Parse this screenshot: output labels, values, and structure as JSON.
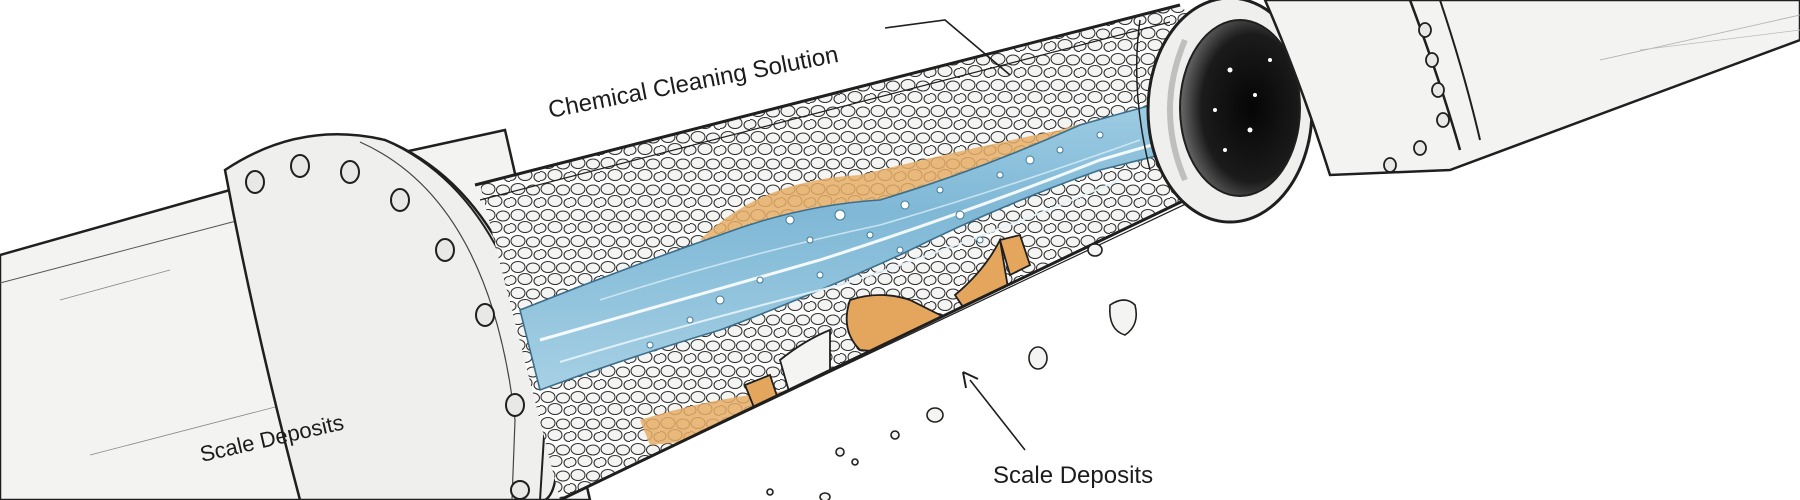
{
  "labels": {
    "solution": "Chemical Cleaning Solution",
    "deposits_main": "Scale Deposits",
    "deposits_pipe": "Scale Deposits"
  },
  "colors": {
    "ink": "#1f1f1f",
    "pipe": "#f2f2f0",
    "water": "#8fc3dc",
    "water_light": "#cfe6f1",
    "scale": "#e3a65c",
    "pebble": "#f7f7f5",
    "bore": "#111111"
  }
}
